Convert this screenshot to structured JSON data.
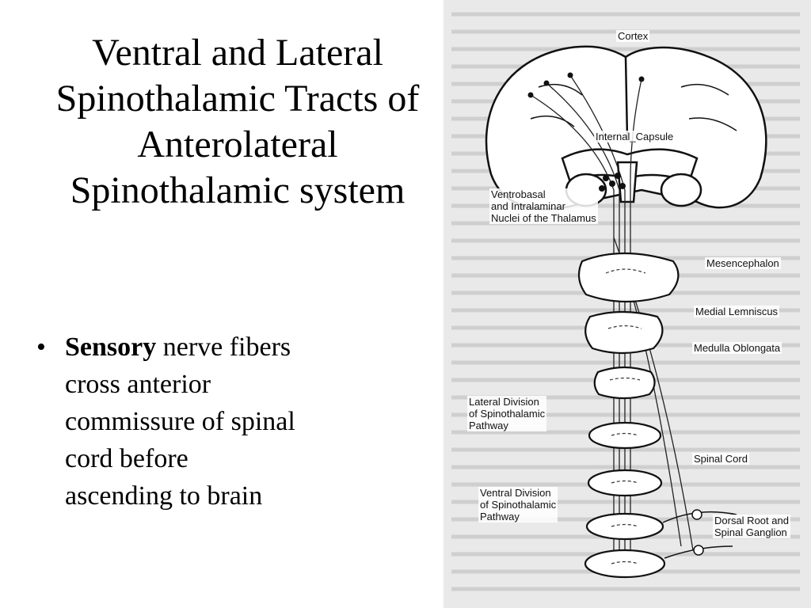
{
  "slide": {
    "title_lines": [
      "Ventral and Lateral",
      "Spinothalamic Tracts of",
      "Anterolateral",
      "Spinothalamic system"
    ],
    "bullet": {
      "bold": "Sensory",
      "lines": [
        "nerve fibers",
        "cross anterior",
        "commissure of spinal",
        "cord before",
        "ascending to brain"
      ]
    }
  },
  "figure": {
    "labels": {
      "cortex": "Cortex",
      "internal_capsule": "Internal_Capsule",
      "ventrobasal": [
        "Ventrobasal",
        "and Intralaminar",
        "Nuclei of the Thalamus"
      ],
      "mesencephalon": "Mesencephalon",
      "medial_lemniscus": "Medial Lemniscus",
      "medulla": "Medulla Oblongata",
      "lateral_division": [
        "Lateral Division",
        "of Spinothalamic",
        "Pathway"
      ],
      "spinal_cord": "Spinal Cord",
      "ventral_division": [
        "Ventral Division",
        "of Spinothalamic",
        "Pathway"
      ],
      "dorsal_root": [
        "Dorsal Root and",
        "Spinal Ganglion"
      ]
    }
  }
}
